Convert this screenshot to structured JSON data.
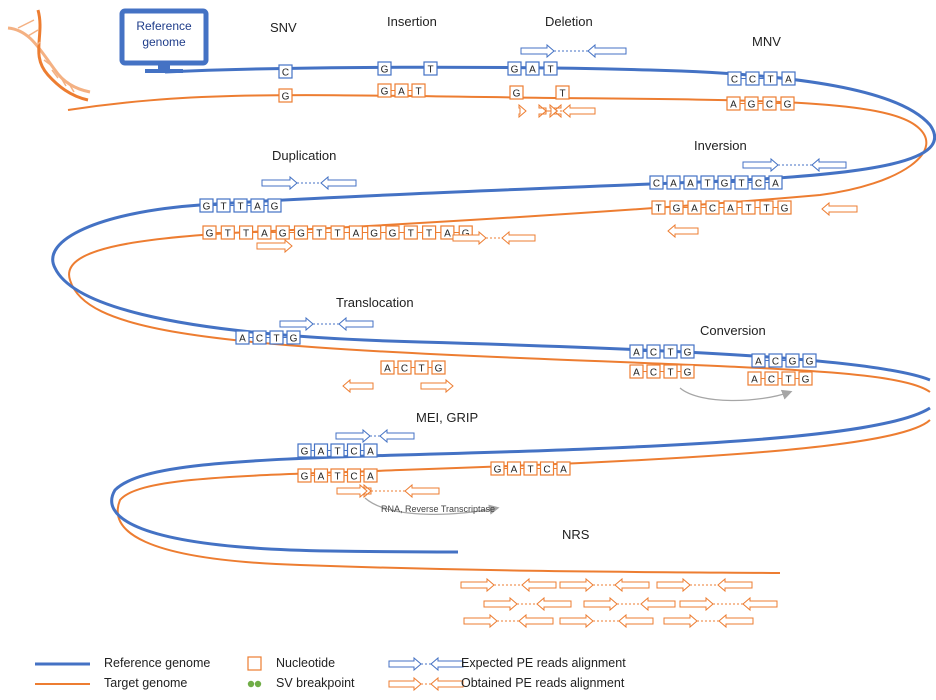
{
  "reference_box": {
    "line1": "Reference",
    "line2": "genome"
  },
  "labels": {
    "snv": "SNV",
    "insertion": "Insertion",
    "deletion": "Deletion",
    "mnv": "MNV",
    "duplication": "Duplication",
    "inversion": "Inversion",
    "translocation": "Translocation",
    "conversion": "Conversion",
    "mei": "MEI, GRIP",
    "nrs": "NRS",
    "rna": "RNA, Reverse Transcriptase"
  },
  "legend": {
    "reference": "Reference genome",
    "target": "Target genome",
    "nucleotide": "Nucleotide",
    "breakpoint": "SV breakpoint",
    "expected": "Expected PE reads alignment",
    "obtained": "Obtained PE reads alignment"
  },
  "colors": {
    "reference": "#4472c4",
    "target": "#ed7d31",
    "breakpoint": "#70ad47",
    "rna_arrow": "#a6a6a6"
  },
  "nucleotides": {
    "snv_ref": [
      "C"
    ],
    "snv_target": [
      "G"
    ],
    "insertion_ref": [
      "G",
      "T"
    ],
    "insertion_target": [
      "G",
      "A",
      "T"
    ],
    "deletion_ref": [
      "G",
      "A",
      "T"
    ],
    "deletion_target": [
      "G",
      "T"
    ],
    "mnv_ref": [
      "C",
      "C",
      "T",
      "A"
    ],
    "mnv_target": [
      "A",
      "G",
      "C",
      "G"
    ],
    "duplication_ref": [
      "G",
      "T",
      "T",
      "A",
      "G"
    ],
    "duplication_target": [
      "G",
      "T",
      "T",
      "A",
      "G",
      "G",
      "T",
      "T",
      "A",
      "G",
      "G",
      "T",
      "T",
      "A",
      "G"
    ],
    "inversion_ref": [
      "C",
      "A",
      "A",
      "T",
      "G",
      "T",
      "C",
      "A"
    ],
    "inversion_target": [
      "T",
      "G",
      "A",
      "C",
      "A",
      "T",
      "T",
      "G"
    ],
    "translocation_ref": [
      "A",
      "C",
      "T",
      "G"
    ],
    "translocation_target": [
      "A",
      "C",
      "T",
      "G"
    ],
    "conversion_ref_1": [
      "A",
      "C",
      "T",
      "G"
    ],
    "conversion_ref_2": [
      "A",
      "C",
      "G",
      "G"
    ],
    "conversion_target_1": [
      "A",
      "C",
      "T",
      "G"
    ],
    "conversion_target_2": [
      "A",
      "C",
      "T",
      "G"
    ],
    "mei_ref": [
      "G",
      "A",
      "T",
      "C",
      "A"
    ],
    "mei_target_1": [
      "G",
      "A",
      "T",
      "C",
      "A"
    ],
    "mei_target_2": [
      "G",
      "A",
      "T",
      "C",
      "A"
    ]
  }
}
